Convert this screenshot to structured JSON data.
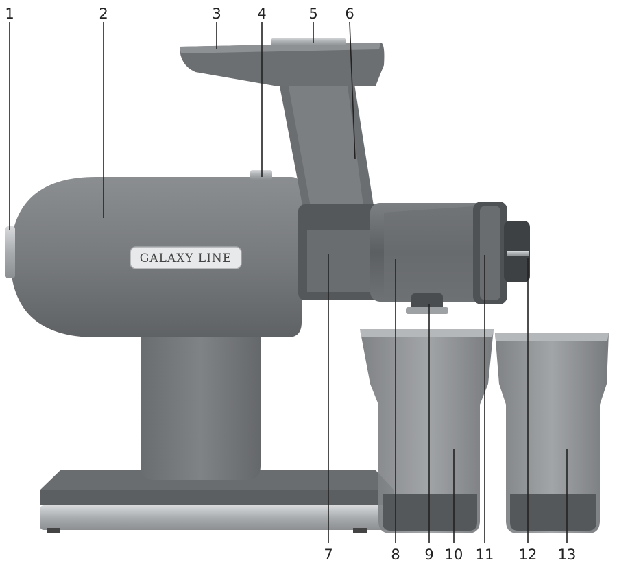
{
  "brand_plate": "GALAXY LINE",
  "callouts": [
    {
      "id": "1",
      "label": "1"
    },
    {
      "id": "2",
      "label": "2"
    },
    {
      "id": "3",
      "label": "3"
    },
    {
      "id": "4",
      "label": "4"
    },
    {
      "id": "5",
      "label": "5"
    },
    {
      "id": "6",
      "label": "6"
    },
    {
      "id": "7",
      "label": "7"
    },
    {
      "id": "8",
      "label": "8"
    },
    {
      "id": "9",
      "label": "9"
    },
    {
      "id": "10",
      "label": "10"
    },
    {
      "id": "11",
      "label": "11"
    },
    {
      "id": "12",
      "label": "12"
    },
    {
      "id": "13",
      "label": "13"
    }
  ],
  "colors": {
    "body": "#7a7d80",
    "body_dark": "#5e6164",
    "chrome": "#b9bcbf",
    "plastic": "#6f7276",
    "cup": "#888b8e"
  }
}
